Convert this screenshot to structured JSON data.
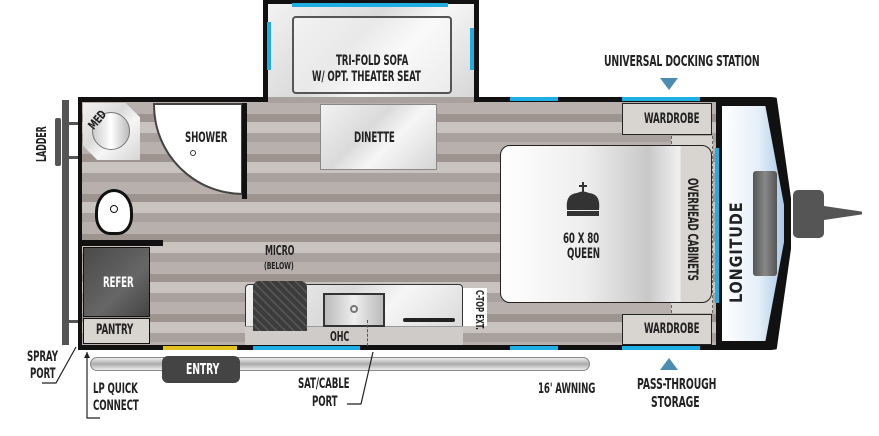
{
  "labels": {
    "sofa": "TRI-FOLD SOFA",
    "sofa_sub": "W/ OPT. THEATER SEAT",
    "dinette": "DINETTE",
    "shower": "SHOWER",
    "med": "MED",
    "ladder": "LADDER",
    "refer": "REFER",
    "pantry": "PANTRY",
    "micro": "MICRO",
    "micro_sub": "(BELOW)",
    "ohc": "OHC",
    "ctop": "C-TOP EXT.",
    "bed_size": "60 X 80",
    "bed_type": "QUEEN",
    "overhead": "OVERHEAD CABINETS",
    "wardrobe_top": "WARDROBE",
    "wardrobe_bottom": "WARDROBE",
    "docking": "UNIVERSAL DOCKING STATION",
    "pass_through": "PASS-THROUGH",
    "pass_through_sub": "STORAGE",
    "awning": "16' AWNING",
    "sat": "SAT/CABLE",
    "sat_sub": "PORT",
    "entry": "ENTRY",
    "spray": "SPRAY",
    "spray_sub": "PORT",
    "lp": "LP QUICK",
    "lp_sub": "CONNECT",
    "brand": "LONGITUDE"
  },
  "colors": {
    "window": "#1eaee4",
    "door": "#e2c21f",
    "arrow": "#4a8db0"
  }
}
